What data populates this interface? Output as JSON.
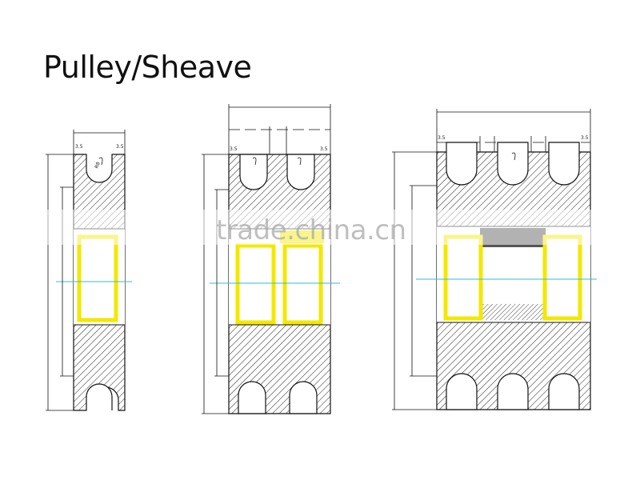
{
  "title": "Pulley/Sheave",
  "watermark": "trade.china.cn",
  "drawings": [
    {
      "grooves": 1,
      "edge_labels": [
        "3.5",
        "3.5"
      ],
      "radius_label": "R8"
    },
    {
      "grooves": 2,
      "edge_labels": [
        "3.5",
        "3.5"
      ],
      "radius_label": ""
    },
    {
      "grooves": 3,
      "edge_labels": [
        "3.5",
        "3.5"
      ],
      "radius_label": ""
    }
  ],
  "colors": {
    "bearing": "#f2e800",
    "hatch": "#333333",
    "centerline": "#3ab8d8",
    "outline": "#111111"
  }
}
